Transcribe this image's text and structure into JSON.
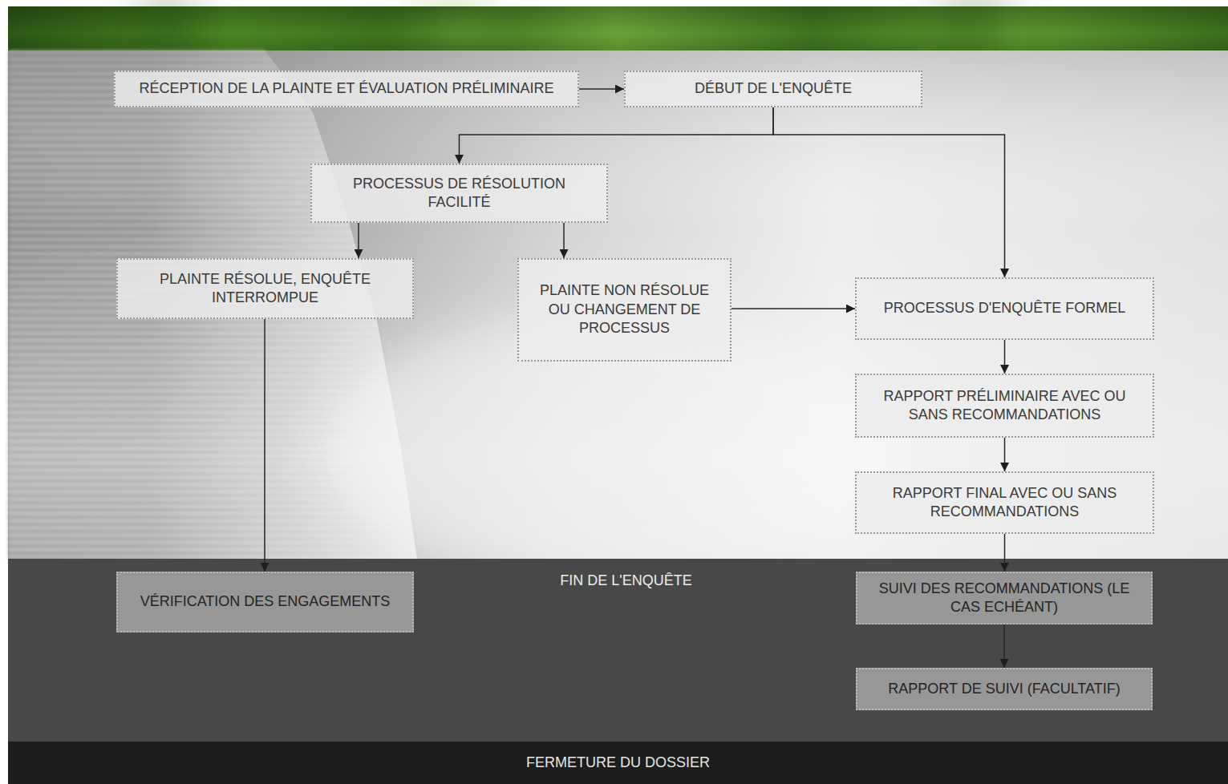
{
  "diagram": {
    "nodes": [
      {
        "text": [
          "RÉCEPTION DE LA PLAINTE ET ÉVALUATION PRÉLIMINAIRE"
        ]
      },
      {
        "text": [
          "DÉBUT DE L'ENQUÊTE"
        ]
      },
      {
        "text": [
          "PROCESSUS DE RÉSOLUTION FACILITÉ"
        ]
      },
      {
        "text": [
          "PLAINTE RÉSOLUE, ENQUÊTE INTERROMPUE"
        ]
      },
      {
        "text": [
          "PLAINTE NON RÉSOLUE OU CHANGEMENT DE PROCESSUS"
        ]
      },
      {
        "text": [
          "PROCESSUS D'ENQUÊTE FORMEL"
        ]
      },
      {
        "text": [
          "RAPPORT PRÉLIMINAIRE AVEC OU SANS RECOMMANDATIONS"
        ]
      },
      {
        "text": [
          "RAPPORT FINAL AVEC OU SANS RECOMMANDATIONS"
        ]
      },
      {
        "text": [
          "FIN DE L'ENQUÊTE"
        ]
      },
      {
        "text": [
          "VÉRIFICATION DES ENGAGEMENTS"
        ],
        "in": 8
      },
      {
        "text": [
          "SUIVI DES RECOMMANDATIONS (LE CAS ECHÉANT)"
        ],
        "in": 8
      },
      {
        "text": [
          "RAPPORT DE SUIVI (FACULTATIF)"
        ],
        "in": 8
      },
      {
        "text": [
          "FERMETURE DU DOSSIER"
        ]
      }
    ],
    "edges": [
      {
        "from": 0,
        "to": 1,
        "arrow": "to"
      },
      {
        "from": 1,
        "to": 2,
        "arrow": "to"
      },
      {
        "from": 1,
        "to": 5,
        "arrow": "to"
      },
      {
        "from": 2,
        "to": 3,
        "arrow": "to"
      },
      {
        "from": 2,
        "to": 4,
        "arrow": "to"
      },
      {
        "from": 4,
        "to": 5,
        "arrow": "to"
      },
      {
        "from": 5,
        "to": 6,
        "arrow": "to"
      },
      {
        "from": 6,
        "to": 7,
        "arrow": "to"
      },
      {
        "from": 7,
        "to": 10,
        "arrow": "to"
      },
      {
        "from": 10,
        "to": 11,
        "arrow": "to"
      },
      {
        "from": 3,
        "to": 9,
        "arrow": "to"
      }
    ]
  }
}
